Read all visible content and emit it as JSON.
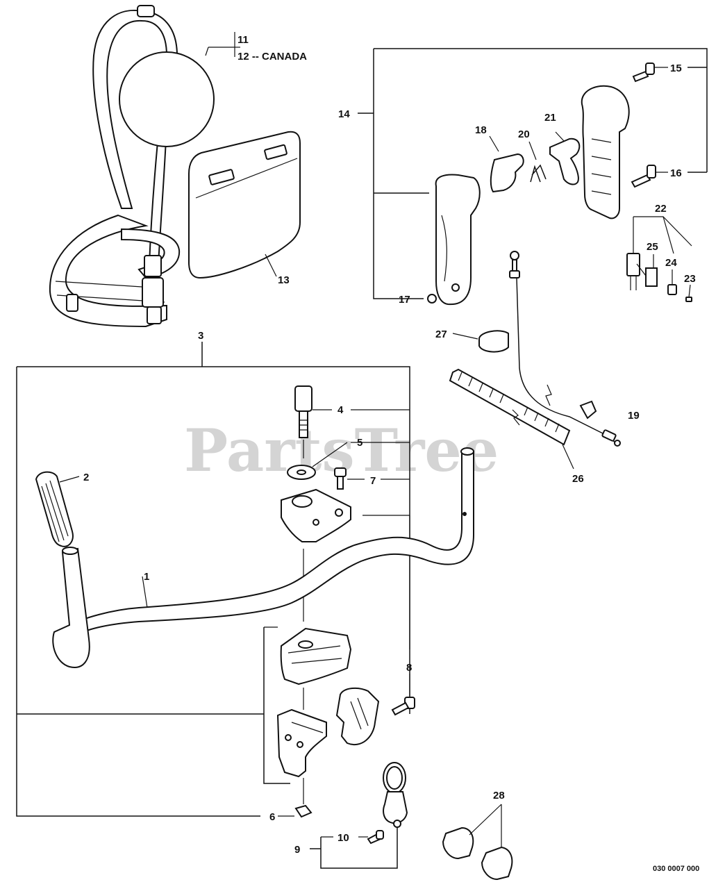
{
  "watermark": "PartsTree",
  "reference_code": "030 0007 000",
  "callouts": {
    "c1": "1",
    "c2": "2",
    "c3": "3",
    "c4": "4",
    "c5": "5",
    "c6": "6",
    "c7": "7",
    "c8": "8",
    "c9": "9",
    "c10": "10",
    "c11": "11",
    "c12": "12 -- CANADA",
    "c13": "13",
    "c14": "14",
    "c15": "15",
    "c16": "16",
    "c17": "17",
    "c18": "18",
    "c19": "19",
    "c20": "20",
    "c21": "21",
    "c22": "22",
    "c23": "23",
    "c24": "24",
    "c25": "25",
    "c26": "26",
    "c27": "27",
    "c28": "28"
  }
}
